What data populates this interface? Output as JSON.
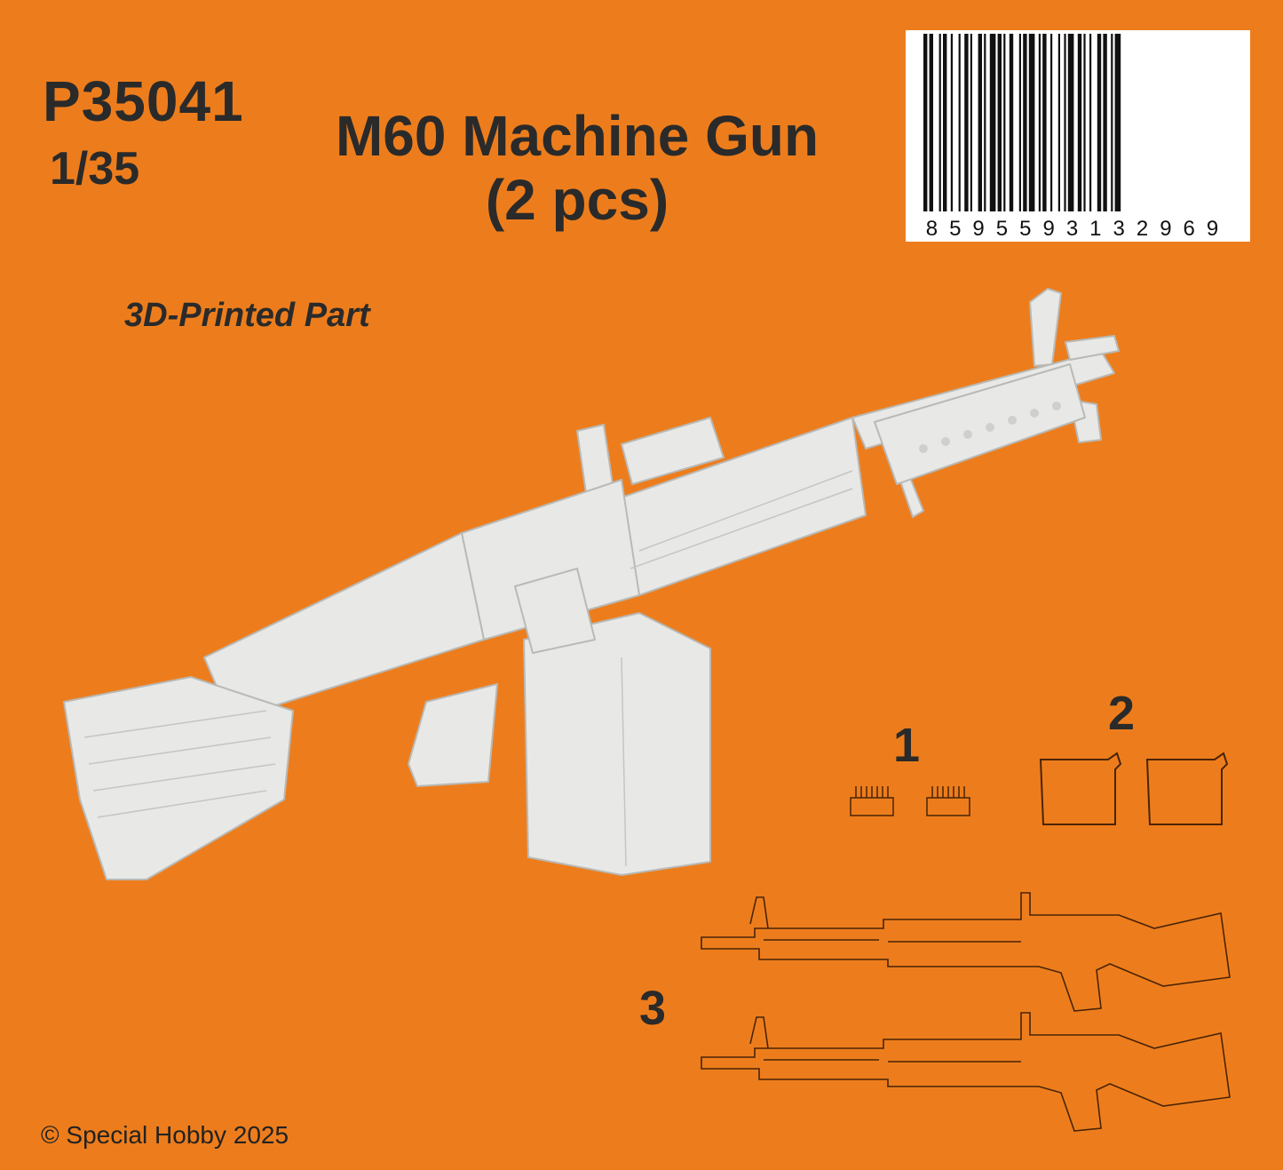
{
  "product": {
    "code": "P35041",
    "scale": "1/35",
    "title_line1": "M60 Machine Gun",
    "title_line2": "(2 pcs)",
    "subtitle": "3D-Printed Part",
    "barcode_number": "8595593132969"
  },
  "parts": {
    "part1_label": "1",
    "part2_label": "2",
    "part3_label": "3"
  },
  "footer": {
    "copyright": "© Special Hobby 2025"
  },
  "colors": {
    "background": "#ed7d1c",
    "text": "#2a2a2a",
    "model_grey": "#e6e6e4",
    "line_art": "#5a2a08"
  },
  "illustrations": {
    "main_render": "m60-machine-gun-render",
    "part1": "ammunition-belt-icon",
    "part2": "ammo-box-icon",
    "part3": "machine-gun-outline-icon"
  }
}
